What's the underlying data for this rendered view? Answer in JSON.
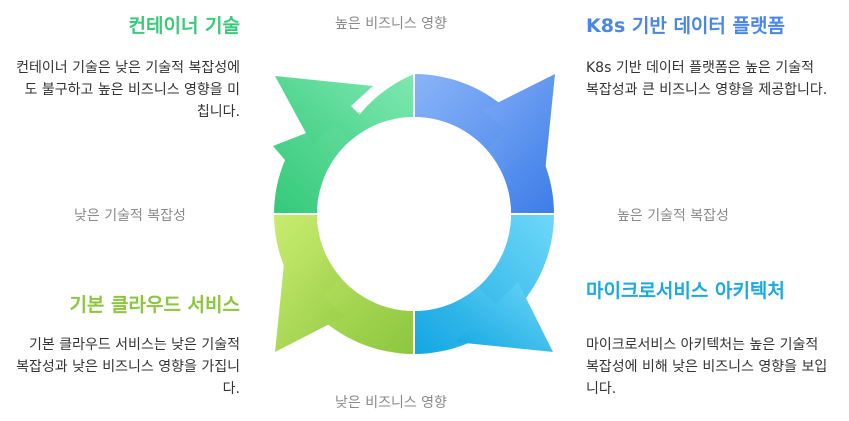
{
  "axes": {
    "top": "높은 비즈니스 영향",
    "bottom": "낮은 비즈니스 영향",
    "left": "낮은 기술적 복잡성",
    "right": "높은 기술적 복잡성"
  },
  "quadrants": {
    "top_left": {
      "title": "컨테이너 기술",
      "description": "컨테이너 기술은 낮은 기술적 복잡성에도 불구하고 높은 비즈니스 영향을 미칩니다.",
      "color": "#3cc97a"
    },
    "top_right": {
      "title": "K8s 기반 데이터 플랫폼",
      "description": "K8s 기반 데이터 플랫폼은 높은 기술적 복잡성과 큰 비즈니스 영향을 제공합니다.",
      "color": "#4a86e8"
    },
    "bottom_left": {
      "title": "기본 클라우드 서비스",
      "description": "기본 클라우드 서비스는 낮은 기술적 복잡성과 낮은 비즈니스 영향을 가집니다.",
      "color": "#8cc63f"
    },
    "bottom_right": {
      "title": "마이크로서비스 아키텍처",
      "description": "마이크로서비스 아키텍처는 높은 기술적 복잡성에 비해 낮은 비즈니스 영향을 보입니다.",
      "color": "#1aa9e0"
    }
  }
}
